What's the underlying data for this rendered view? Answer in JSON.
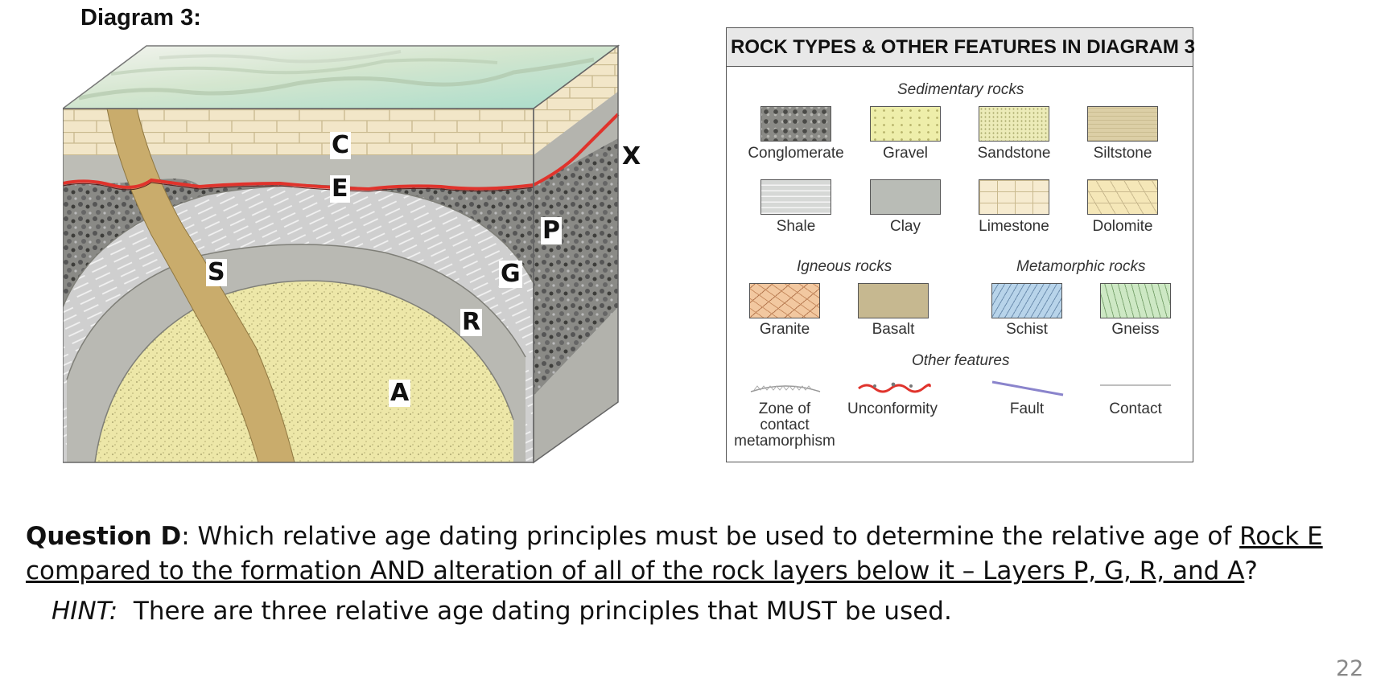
{
  "diagram_title": "Diagram 3:",
  "layer_labels": {
    "c": "C",
    "e": "E",
    "x": "X",
    "p": "P",
    "s": "S",
    "g": "G",
    "r": "R",
    "a": "A"
  },
  "legend": {
    "title": "ROCK TYPES & OTHER FEATURES IN DIAGRAM 3",
    "sedimentary_heading": "Sedimentary rocks",
    "igneous_heading": "Igneous rocks",
    "metamorphic_heading": "Metamorphic rocks",
    "other_heading": "Other features",
    "conglomerate": "Conglomerate",
    "gravel": "Gravel",
    "sandstone": "Sandstone",
    "siltstone": "Siltstone",
    "shale": "Shale",
    "clay": "Clay",
    "limestone": "Limestone",
    "dolomite": "Dolomite",
    "granite": "Granite",
    "basalt": "Basalt",
    "schist": "Schist",
    "gneiss": "Gneiss",
    "contact_metamorphism_line1": "Zone of",
    "contact_metamorphism_line2": "contact",
    "contact_metamorphism_line3": "metamorphism",
    "unconformity": "Unconformity",
    "fault": "Fault",
    "contact": "Contact"
  },
  "question": {
    "label": "Question D",
    "text_plain": ":  Which relative age dating principles must be used to determine the relative age of ",
    "text_underlined": "Rock E compared to the formation AND alteration of all of the rock layers below it – Layers P, G, R, and A",
    "text_end": "?"
  },
  "hint": {
    "label": "HINT:",
    "text": "  There are three relative age dating principles that MUST be used."
  },
  "page_number": "22",
  "colors": {
    "unconformity": "#e0332c",
    "limestone": "#f2e6c8",
    "sandstone": "#ede7a8",
    "dike": "#c9ac6c",
    "shale": "#c9c9c9",
    "clay": "#b9bcb6",
    "conglomerate": "#8a8a86",
    "granite": "#f2c8a0",
    "basalt": "#c6b890",
    "schist": "#b8d4ea",
    "gneiss": "#cde8c4",
    "fault": "#8a84cc"
  }
}
